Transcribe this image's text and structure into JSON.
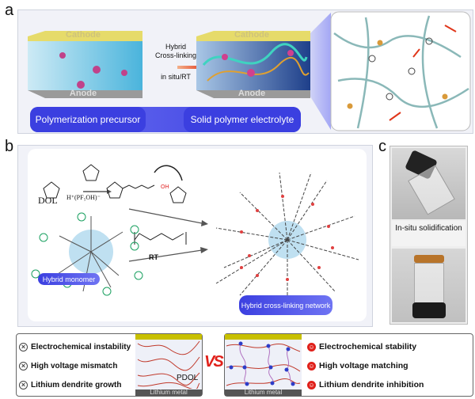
{
  "panel_a": {
    "label": "a",
    "cathode": "Cathode",
    "anode": "Anode",
    "arrow_top": "Hybrid\nCross-linking",
    "arrow_bottom": "in situ/RT",
    "banner_left": "Polymerization precursor",
    "banner_right": "Solid polymer electrolyte"
  },
  "panel_b": {
    "label": "b",
    "dol": "DOL",
    "initiator": "H⁺(PF₅OH)⁻",
    "rt": "RT",
    "monomer_label": "Hybrid monomer",
    "network_label": "Hybrid cross-linking network"
  },
  "panel_c": {
    "label": "c",
    "caption": "In-situ solidification"
  },
  "comparison": {
    "vs": "VS",
    "left_items": [
      "Electrochemical instability",
      "High voltage mismatch",
      "Lithium dendrite growth"
    ],
    "right_items": [
      "Electrochemical stability",
      "High voltage matching",
      "Lithium dendrite inhibition"
    ],
    "pdol": "PDOL",
    "lithium_metal": "Lithium metal",
    "bad_icon": "x-circle-icon",
    "good_icon": "smiley-icon"
  },
  "colors": {
    "accent_blue": "#3b3fe0",
    "cathode": "#e6db6a",
    "anode": "#9a9a9a",
    "vs_red": "#e0201a"
  }
}
